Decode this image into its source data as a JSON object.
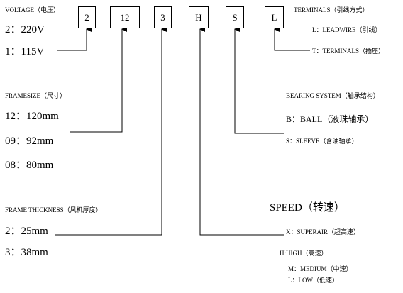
{
  "code_boxes": [
    "2",
    "12",
    "3",
    "H",
    "S",
    "L"
  ],
  "voltage": {
    "heading": "VOLTAGE（电压）",
    "opt_220": "2：220V",
    "opt_115": "1：115V"
  },
  "terminals": {
    "heading": "TERMINALS（引线方式）",
    "opt_lead": "L：LEADWIRE（引线）",
    "opt_term": "T：TERMINALS（插座）"
  },
  "frame_size": {
    "heading": "FRAMESIZE（尺寸）",
    "opt_120": "12：120mm",
    "opt_92": "09：92mm",
    "opt_80": "08：80mm"
  },
  "bearing": {
    "heading": "BEARING SYSTEM（轴承结构）",
    "opt_ball": "B：BALL（液珠轴承）",
    "opt_sleeve": "S：SLEEVE（含油轴承）"
  },
  "frame_thickness": {
    "heading": "FRAME  THICKNESS（风机厚度）",
    "opt_25": "2：25mm",
    "opt_38": "3：38mm"
  },
  "speed": {
    "heading": "SPEED（转速）",
    "opt_x": "X：SUPERAIR（超高速）",
    "opt_h": "H:HIGH（高速）",
    "opt_m": "M：MEDIUM（中速）",
    "opt_l": "L：LOW（低速）"
  }
}
